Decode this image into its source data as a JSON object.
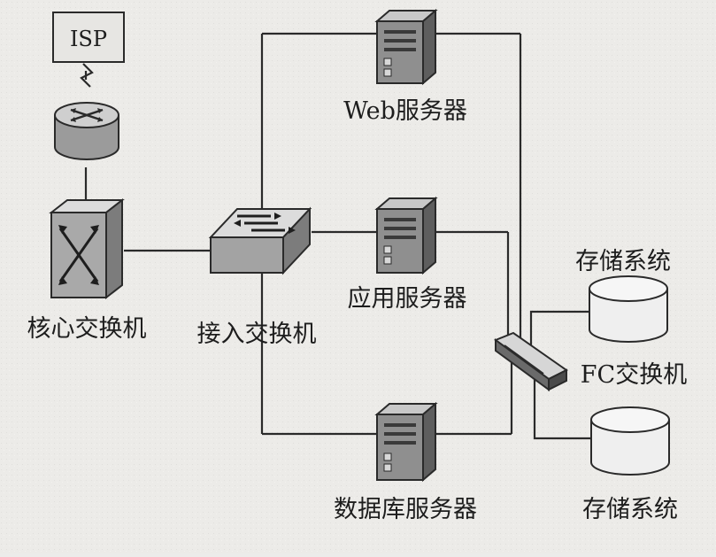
{
  "diagram": {
    "labels": {
      "isp": "ISP",
      "core_switch": "核心交换机",
      "access_switch": "接入交换机",
      "web_server": "Web服务器",
      "app_server": "应用服务器",
      "db_server": "数据库服务器",
      "fc_switch": "FC交换机",
      "storage_top": "存储系统",
      "storage_bottom": "存储系统"
    }
  }
}
